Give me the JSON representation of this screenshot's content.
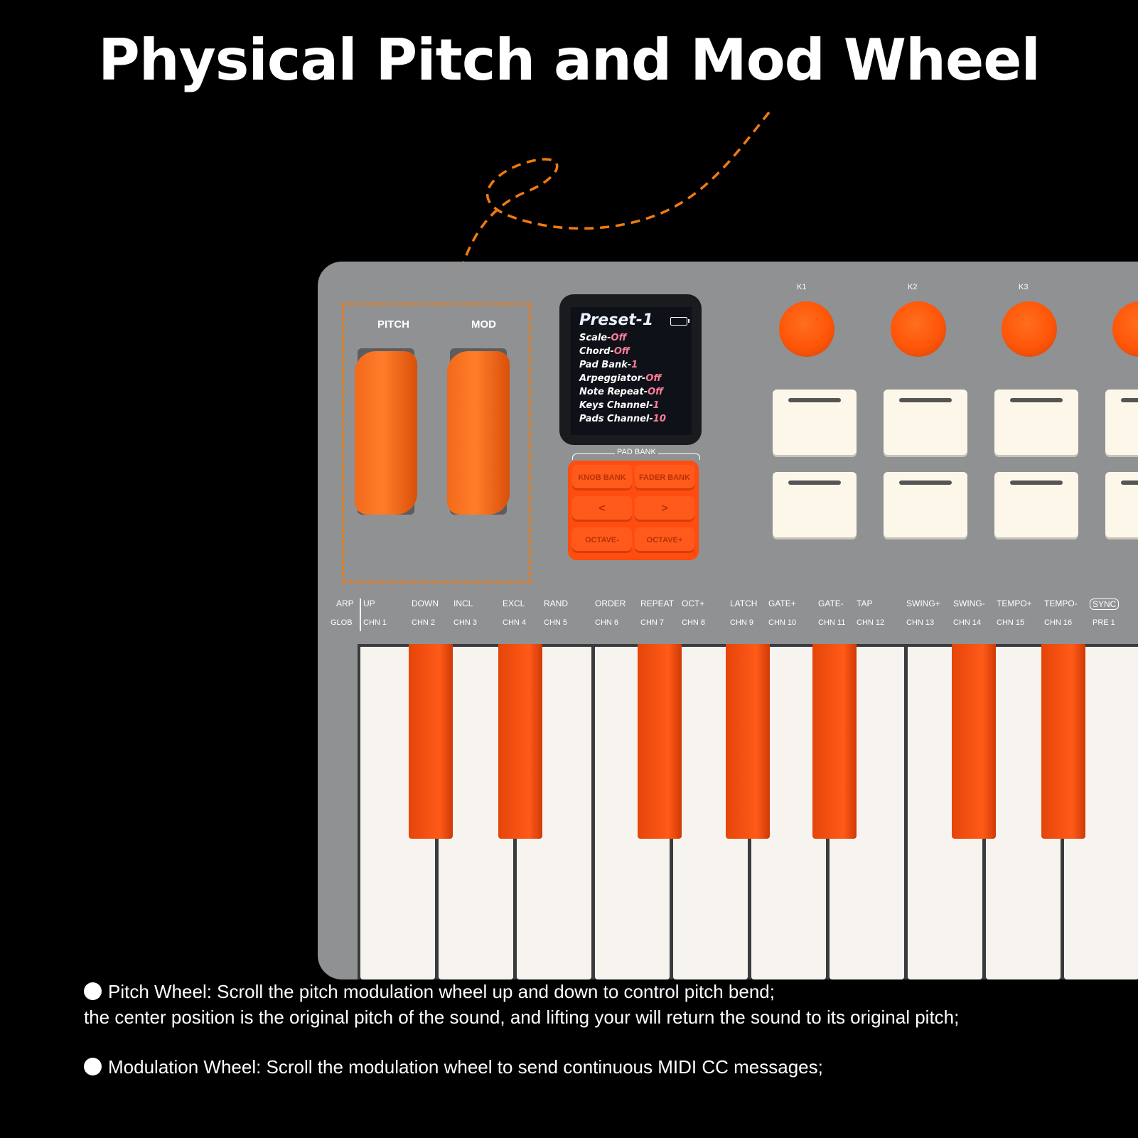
{
  "headline": "Physical Pitch and Mod Wheel",
  "colors": {
    "accent": "#f07a12",
    "body": "#8f9193",
    "key_orange": "#ff5a18"
  },
  "wheels": {
    "pitch_label": "PITCH",
    "mod_label": "MOD"
  },
  "screen": {
    "preset": "Preset-1",
    "lines": [
      {
        "key": "Scale-",
        "value": "Off"
      },
      {
        "key": "Chord-",
        "value": "Off"
      },
      {
        "key": "Pad Bank-",
        "value": "1"
      },
      {
        "key": "Arpeggiator-",
        "value": "Off"
      },
      {
        "key": "Note Repeat-",
        "value": "Off"
      },
      {
        "key": "Keys Channel-",
        "value": "1"
      },
      {
        "key": "Pads Channel-",
        "value": "10"
      }
    ]
  },
  "pad_bank": {
    "label": "PAD BANK",
    "buttons": [
      "KNOB BANK",
      "FADER BANK",
      "<",
      ">",
      "OCTAVE-",
      "OCTAVE+"
    ]
  },
  "knobs": [
    "K1",
    "K2",
    "K3"
  ],
  "function_labels": [
    {
      "top": "ARP",
      "bottom": "GLOB"
    },
    {
      "top": "UP",
      "bottom": "CHN 1"
    },
    {
      "top": "DOWN",
      "bottom": "CHN 2"
    },
    {
      "top": "INCL",
      "bottom": "CHN 3"
    },
    {
      "top": "EXCL",
      "bottom": "CHN 4"
    },
    {
      "top": "RAND",
      "bottom": "CHN 5"
    },
    {
      "top": "ORDER",
      "bottom": "CHN 6"
    },
    {
      "top": "REPEAT",
      "bottom": "CHN 7"
    },
    {
      "top": "OCT+",
      "bottom": "CHN 8"
    },
    {
      "top": "LATCH",
      "bottom": "CHN 9"
    },
    {
      "top": "GATE+",
      "bottom": "CHN 10"
    },
    {
      "top": "GATE-",
      "bottom": "CHN 11"
    },
    {
      "top": "TAP",
      "bottom": "CHN 12"
    },
    {
      "top": "SWING+",
      "bottom": "CHN 13"
    },
    {
      "top": "SWING-",
      "bottom": "CHN 14"
    },
    {
      "top": "TEMPO+",
      "bottom": "CHN 15"
    },
    {
      "top": "TEMPO-",
      "bottom": "CHN 16"
    },
    {
      "top": "SYNC",
      "bottom": "PRE 1"
    }
  ],
  "notes": {
    "pitch_line1": "Pitch Wheel: Scroll the pitch modulation wheel up and down to control pitch bend;",
    "pitch_line2": "the center position is the original pitch of the sound, and lifting your will return the sound to its original pitch;",
    "mod_line": "Modulation Wheel: Scroll the modulation wheel to send continuous MIDI CC messages;"
  }
}
